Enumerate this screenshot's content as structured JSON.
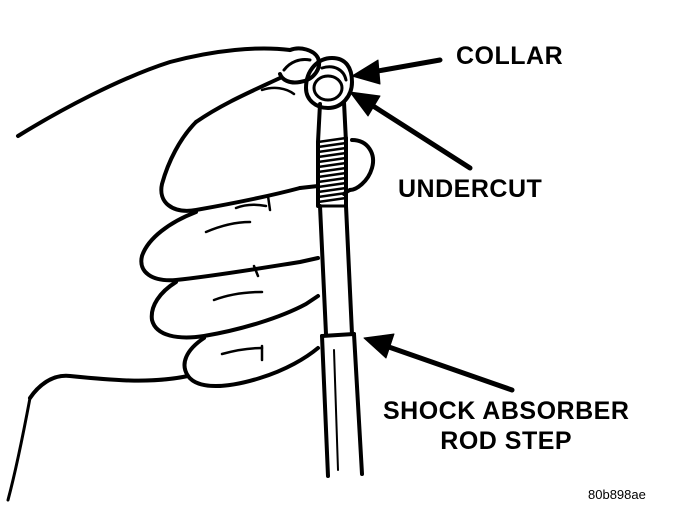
{
  "labels": {
    "collar": "COLLAR",
    "undercut": "UNDERCUT",
    "rod_step_line1": "SHOCK ABSORBER",
    "rod_step_line2": "ROD STEP"
  },
  "figure_id": "80b898ae",
  "colors": {
    "ink": "#000000",
    "paper": "#ffffff"
  }
}
